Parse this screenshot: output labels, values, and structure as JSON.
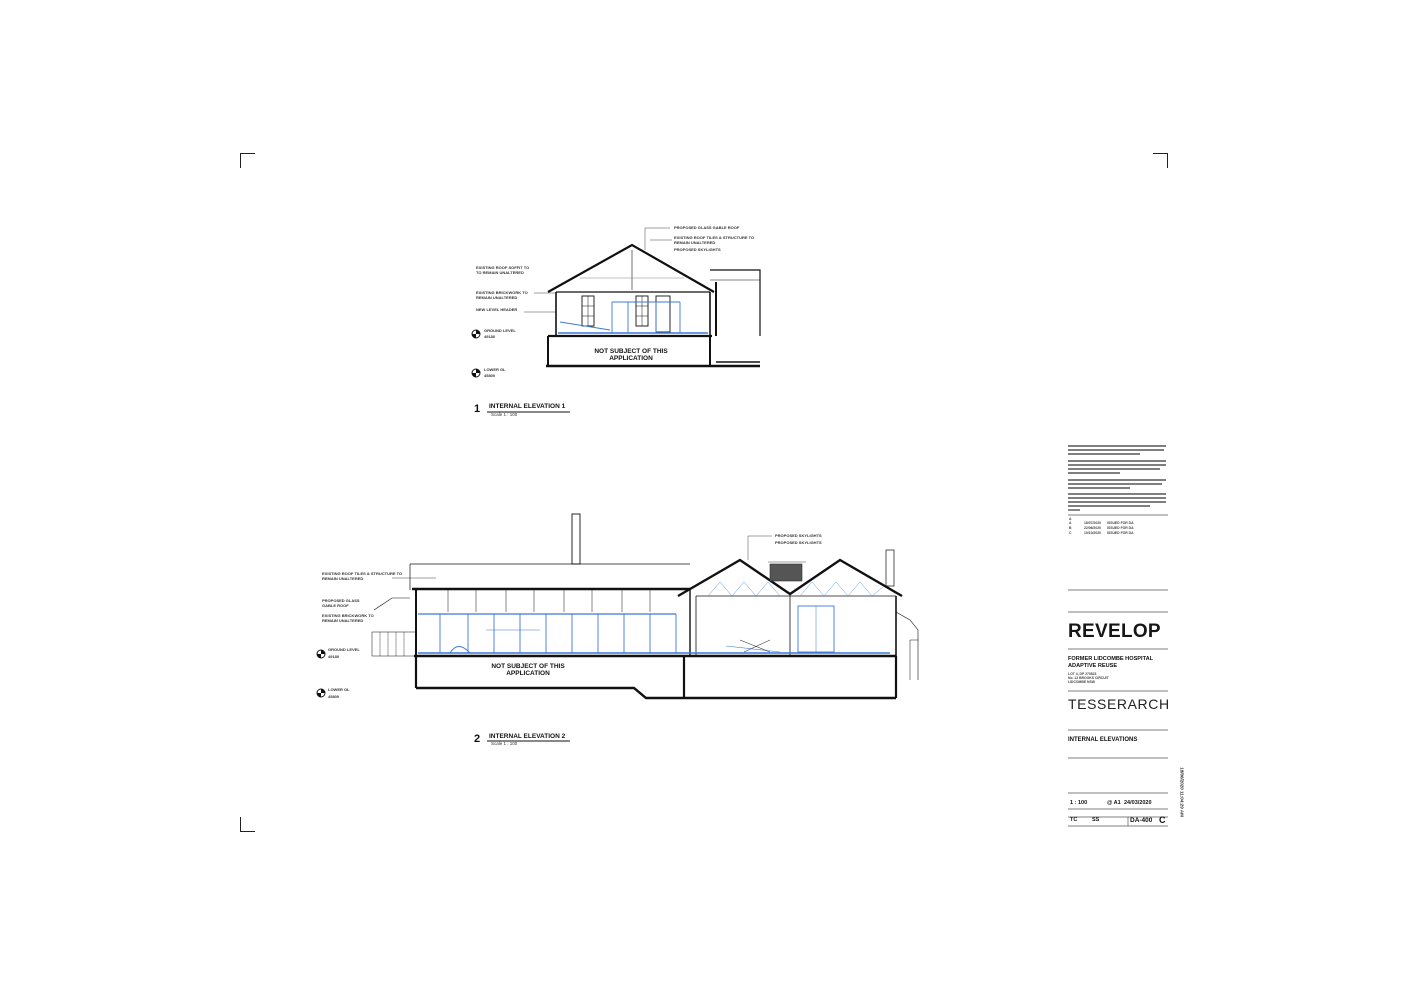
{
  "elevation1": {
    "number": "1",
    "title": "INTERNAL ELEVATION 1",
    "scale": "Scale 1 : 100",
    "not_subject": [
      "NOT SUBJECT OF THIS",
      "APPLICATION"
    ],
    "annotations": {
      "a1": "PROPOSED GLASS GABLE ROOF",
      "a2": "EXISTING ROOF TILES & STRUCTURE TO",
      "a3": "REMAIN UNALTERED",
      "a4": "PROPOSED SKYLIGHTS",
      "a5": "EXISTING ROOF SOFFIT TO",
      "a6": "TO REMAIN UNALTERED",
      "a7": "EXISTING BRICKWORK TO",
      "a8": "REMAIN UNALTERED",
      "a9": "NEW LEVEL HEADER"
    },
    "levels": [
      {
        "name": "GROUND LEVEL",
        "value": "49180"
      },
      {
        "name": "LOWER GL",
        "value": "45800"
      }
    ]
  },
  "elevation2": {
    "number": "2",
    "title": "INTERNAL ELEVATION 2",
    "scale": "Scale 1 : 100",
    "not_subject": [
      "NOT SUBJECT OF THIS",
      "APPLICATION"
    ],
    "annotations": {
      "a1": "PROPOSED SKYLIGHTS",
      "a2": "PROPOSED SKYLIGHTS",
      "a3": "EXISTING ROOF TILES & STRUCTURE TO",
      "a4": "REMAIN UNALTERED",
      "a5": "PROPOSED GLASS",
      "a6": "GABLE ROOF",
      "a7": "EXISTING BRICKWORK TO",
      "a8": "REMAIN UNALTERED"
    },
    "levels": [
      {
        "name": "GROUND LEVEL",
        "value": "49180"
      },
      {
        "name": "LOWER GL",
        "value": "45800"
      }
    ]
  },
  "title_block": {
    "revisions": [
      {
        "issue": "A",
        "date": "18/07/2020",
        "desc": "ISSUED FOR DA"
      },
      {
        "issue": "B",
        "date": "22/06/2020",
        "desc": "ISSUED FOR DA"
      },
      {
        "issue": "C",
        "date": "10/10/2020",
        "desc": "ISSUED FOR DA"
      }
    ],
    "client": "REVELOP",
    "project_line1": "FORMER LIDCOMBE HOSPITAL",
    "project_line2": "ADAPTIVE REUSE",
    "address1": "LOT 4, DP 270823",
    "address2": "No. 12 BROOKS CIRCUIT",
    "address3": "LIDCOMBE NSW",
    "architect": "TESSERARCH",
    "drawing_title": "INTERNAL ELEVATIONS",
    "scale": "1 : 100",
    "sheet": "@ A1",
    "date": "24/03/2020",
    "drawn": "TC",
    "checked": "SS",
    "drawing_no": "DA-400",
    "revision": "C",
    "side_stamp": "18/06/2020 11:04:29 AM"
  },
  "colors": {
    "ink": "#111111",
    "glazing_blue": "#3c78d8"
  }
}
